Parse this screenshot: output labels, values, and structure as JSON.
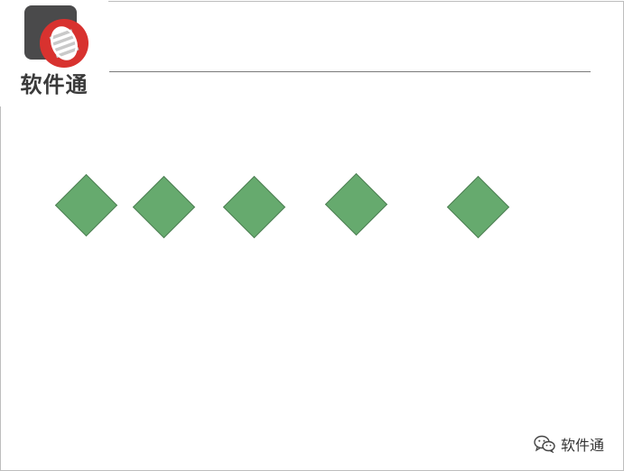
{
  "logo": {
    "icon": "software-logo-icon",
    "text": "软件通",
    "colors": {
      "square": "#4a4a4b",
      "circle": "#d8322f",
      "stripes": "#dcdcdc"
    }
  },
  "slide": {
    "shape_count": 5,
    "shape": "diamond",
    "shape_color": "#66aa6e"
  },
  "watermark": {
    "icon": "wechat-icon",
    "text": "软件通"
  }
}
